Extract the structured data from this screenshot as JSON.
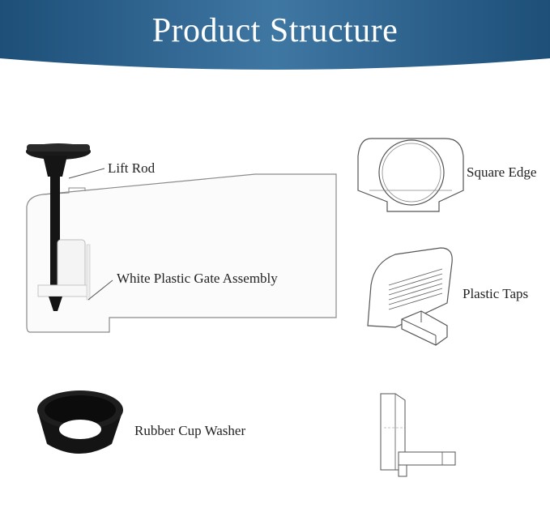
{
  "banner": {
    "title": "Product Structure",
    "color_dark": "#1d4f78",
    "color_light": "#5a8fb8"
  },
  "parts": {
    "lift_rod": "Lift Rod",
    "gate_assembly": "White Plastic Gate Assembly",
    "square_edge": "Square Edge",
    "plastic_taps": "Plastic Taps",
    "cup_washer": "Rubber Cup Washer"
  }
}
